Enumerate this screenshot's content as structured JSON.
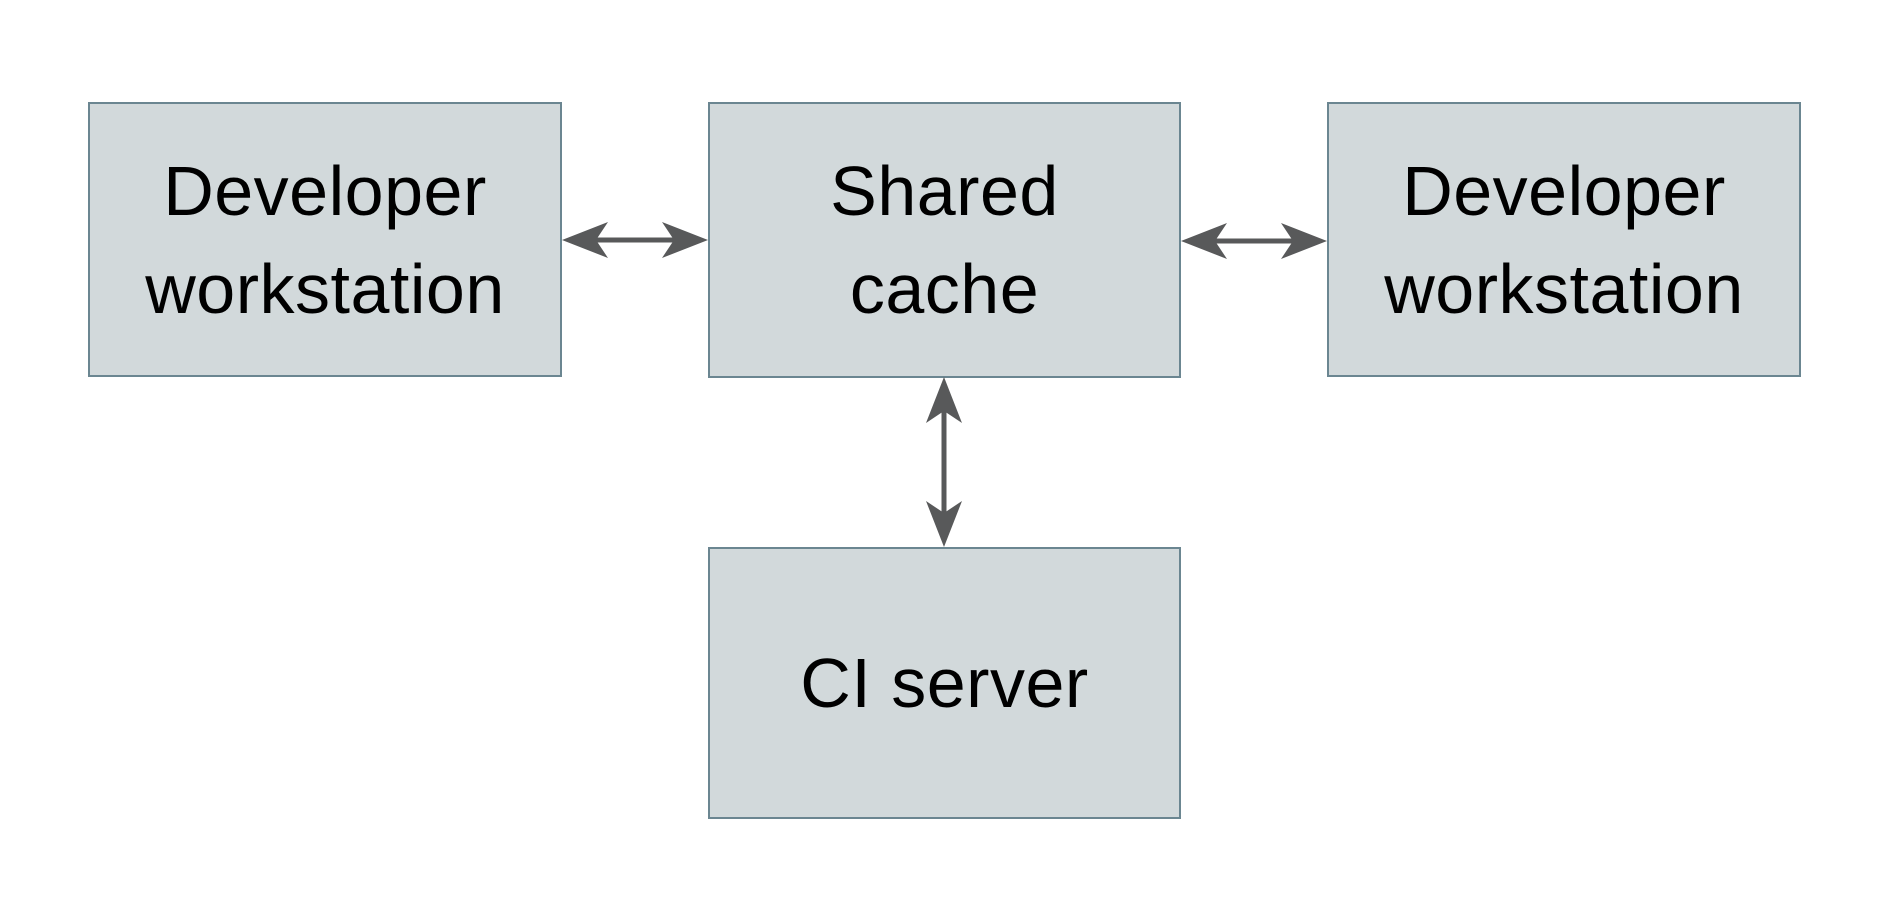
{
  "colors": {
    "background": "#ffffff",
    "node_fill": "#d2d9db",
    "node_border": "#6b8691",
    "arrow_color": "#58595a",
    "text_color": "#000000"
  },
  "nodes": {
    "dev_left": {
      "lines": [
        "Developer",
        "workstation"
      ]
    },
    "shared_cache": {
      "lines": [
        "Shared",
        "cache"
      ]
    },
    "dev_right": {
      "lines": [
        "Developer",
        "workstation"
      ]
    },
    "ci_server": {
      "lines": [
        "CI server"
      ]
    }
  },
  "edges": [
    {
      "from": "dev_left",
      "to": "shared_cache",
      "style": "double-headed-arrow"
    },
    {
      "from": "shared_cache",
      "to": "dev_right",
      "style": "double-headed-arrow"
    },
    {
      "from": "shared_cache",
      "to": "ci_server",
      "style": "double-headed-arrow"
    }
  ]
}
